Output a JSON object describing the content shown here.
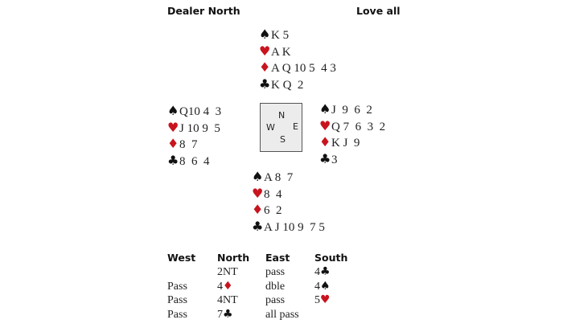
{
  "header": {
    "dealer": "Dealer North",
    "vulnerability": "Love all"
  },
  "colors": {
    "red_suit": "#c8141e",
    "black_suit": "#111111"
  },
  "suits": {
    "spades": "♠",
    "hearts": "♥",
    "diamonds": "♦",
    "clubs": "♣"
  },
  "hands": {
    "north": [
      {
        "suit": "spades",
        "cards": "K 5"
      },
      {
        "suit": "hearts",
        "cards": "A K"
      },
      {
        "suit": "diamonds",
        "cards": "A Q 10 5  4 3"
      },
      {
        "suit": "clubs",
        "cards": "K Q  2"
      }
    ],
    "west": [
      {
        "suit": "spades",
        "cards": "Q10 4  3"
      },
      {
        "suit": "hearts",
        "cards": "J 10 9  5"
      },
      {
        "suit": "diamonds",
        "cards": "8  7"
      },
      {
        "suit": "clubs",
        "cards": "8  6  4"
      }
    ],
    "east": [
      {
        "suit": "spades",
        "cards": "J  9  6  2"
      },
      {
        "suit": "hearts",
        "cards": "Q 7  6  3  2"
      },
      {
        "suit": "diamonds",
        "cards": "K J  9"
      },
      {
        "suit": "clubs",
        "cards": "3"
      }
    ],
    "south": [
      {
        "suit": "spades",
        "cards": "A 8  7"
      },
      {
        "suit": "hearts",
        "cards": "8  4"
      },
      {
        "suit": "diamonds",
        "cards": "6  2"
      },
      {
        "suit": "clubs",
        "cards": "A J 10 9  7 5"
      }
    ]
  },
  "compass": {
    "n": "N",
    "w": "W",
    "e": "E",
    "s": "S"
  },
  "auction": {
    "headers": [
      "West",
      "North",
      "East",
      "South"
    ],
    "columns": [
      [
        {
          "text": ""
        },
        {
          "text": "Pass"
        },
        {
          "text": "Pass"
        },
        {
          "text": "Pass"
        }
      ],
      [
        {
          "text": "2NT"
        },
        {
          "text": "4",
          "suit": "diamonds"
        },
        {
          "text": "4NT"
        },
        {
          "text": "7",
          "suit": "clubs"
        }
      ],
      [
        {
          "text": "pass"
        },
        {
          "text": "dble"
        },
        {
          "text": "pass"
        },
        {
          "text": "all pass"
        }
      ],
      [
        {
          "text": "4",
          "suit": "clubs"
        },
        {
          "text": "4",
          "suit": "spades"
        },
        {
          "text": "5",
          "suit": "hearts"
        }
      ]
    ]
  }
}
